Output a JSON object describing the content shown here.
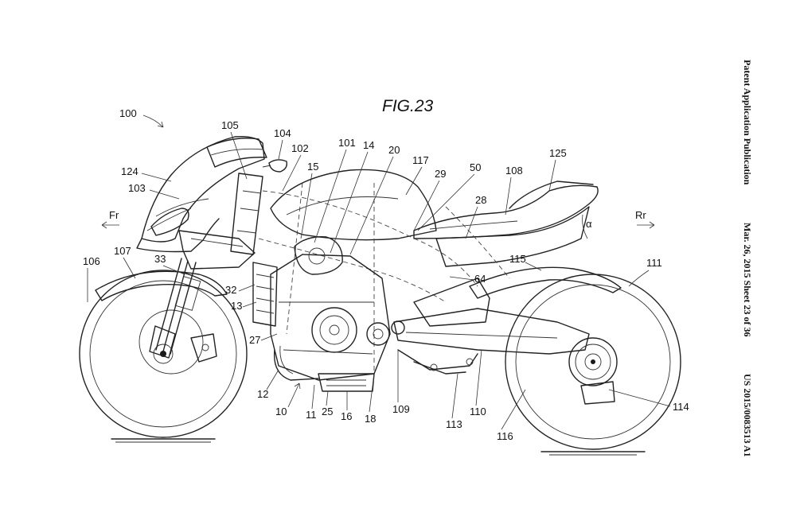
{
  "figure": {
    "title": "FIG.23"
  },
  "header": {
    "publication": "Patent Application Publication",
    "date_sheet": "Mar. 26, 2015  Sheet 23 of 36",
    "number": "US 2015/0083513 A1"
  },
  "directions": {
    "front": "Fr",
    "rear": "Rr"
  },
  "angle_symbol": "α",
  "references": {
    "r100": "100",
    "r105": "105",
    "r104": "104",
    "r102": "102",
    "r101": "101",
    "r14": "14",
    "r20": "20",
    "r117": "117",
    "r29": "29",
    "r50": "50",
    "r108": "108",
    "r125": "125",
    "r124": "124",
    "r103": "103",
    "r15": "15",
    "r28": "28",
    "r106": "106",
    "r107": "107",
    "r33": "33",
    "r115": "115",
    "r111": "111",
    "r64": "64",
    "r32": "32",
    "r13": "13",
    "r27": "27",
    "r12": "12",
    "r10": "10",
    "r11": "11",
    "r25": "25",
    "r16": "16",
    "r18": "18",
    "r109": "109",
    "r113": "113",
    "r110": "110",
    "r116": "116",
    "r114": "114"
  }
}
